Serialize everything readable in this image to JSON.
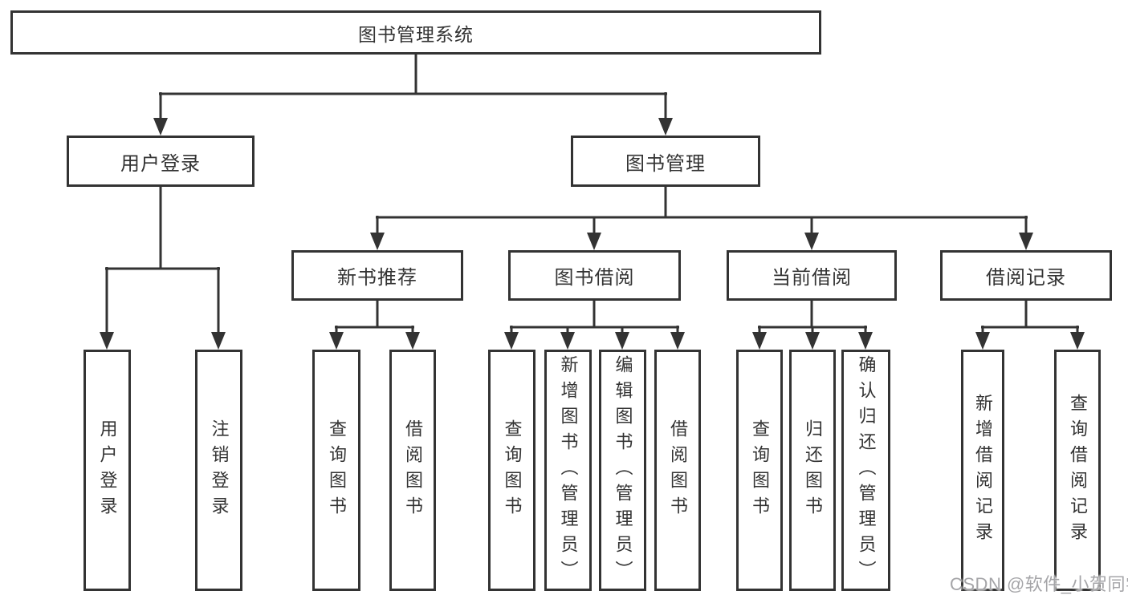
{
  "tree": {
    "root": "图书管理系统",
    "branches": [
      {
        "label": "用户登录",
        "children": [
          "用户登录",
          "注销登录"
        ]
      },
      {
        "label": "图书管理",
        "groups": [
          {
            "label": "新书推荐",
            "children": [
              "查询图书",
              "借阅图书"
            ]
          },
          {
            "label": "图书借阅",
            "children": [
              "查询图书",
              "新增图书（管理员）",
              "编辑图书（管理员）",
              "借阅图书"
            ]
          },
          {
            "label": "当前借阅",
            "children": [
              "查询图书",
              "归还图书",
              "确认归还（管理员）"
            ]
          },
          {
            "label": "借阅记录",
            "children": [
              "新增借阅记录",
              "查询借阅记录"
            ]
          }
        ]
      }
    ]
  },
  "watermark": {
    "text": "CSDN @软件_小贺同学"
  },
  "colors": {
    "line": "#333333",
    "box_border": "#333333",
    "box_fill": "#ffffff",
    "text": "#333333",
    "watermark": "#a5a5a8",
    "background": "#ffffff"
  }
}
